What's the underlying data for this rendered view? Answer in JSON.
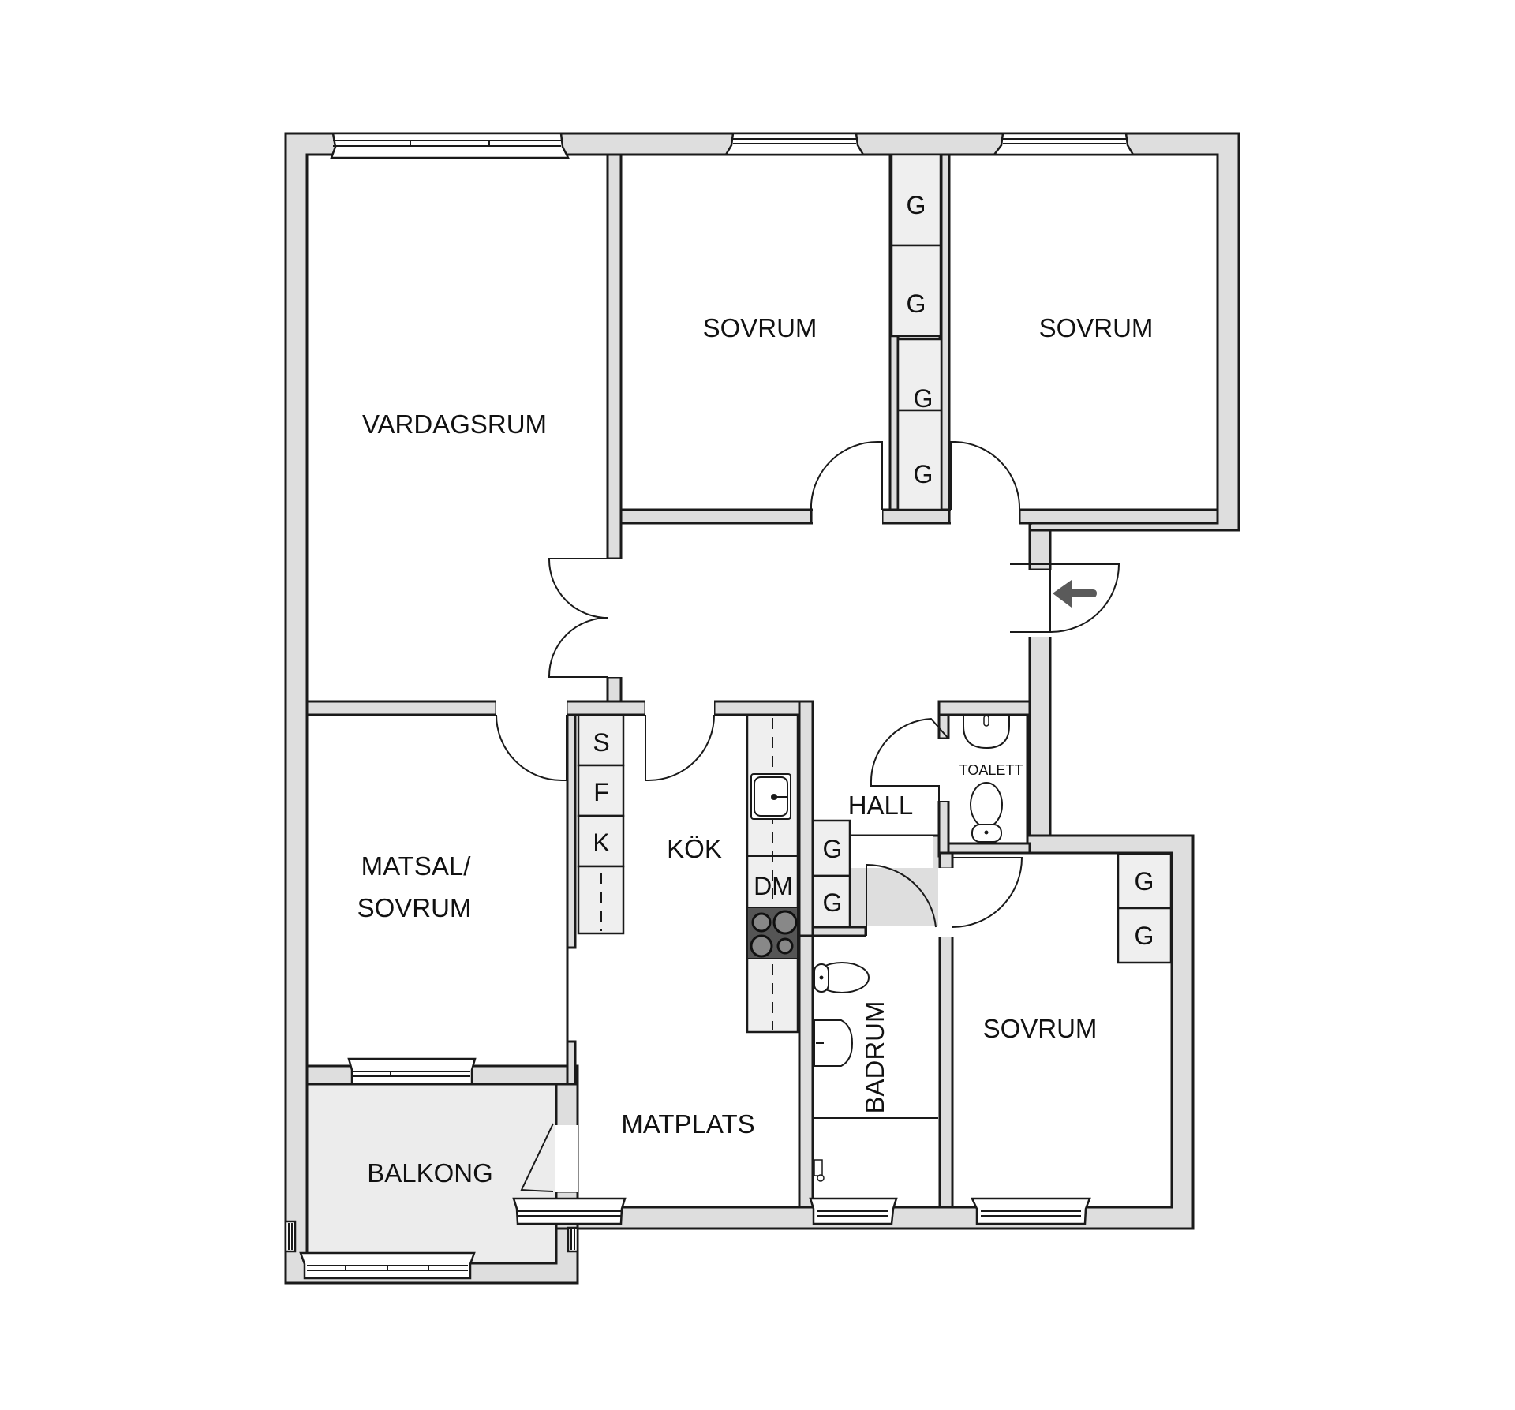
{
  "plan": {
    "rooms": {
      "living_room": "VARDAGSRUM",
      "bedroom_top_middle": "SOVRUM",
      "bedroom_top_right": "SOVRUM",
      "dining_bedroom_line1": "MATSAL/",
      "dining_bedroom_line2": "SOVRUM",
      "kitchen": "KÖK",
      "hall": "HALL",
      "toilet": "TOALETT",
      "bathroom": "BADRUM",
      "bedroom_bottom_right": "SOVRUM",
      "dining_area": "MATPLATS",
      "balcony": "BALKONG"
    },
    "cabinets": {
      "wardrobe_1": "G",
      "wardrobe_2": "G",
      "wardrobe_3": "G",
      "wardrobe_4": "G",
      "hall_wardrobe_1": "G",
      "hall_wardrobe_2": "G",
      "bedroom_wardrobe_1": "G",
      "bedroom_wardrobe_2": "G",
      "kitchen_s": "S",
      "kitchen_f": "F",
      "kitchen_k": "K",
      "dishwasher": "DM"
    },
    "icons": {
      "entrance": "entrance-arrow-icon",
      "stove": "stove-icon",
      "sink": "sink-icon",
      "toilet": "toilet-icon",
      "washbasin": "washbasin-icon"
    },
    "colors": {
      "wall": "#dedede",
      "cabinet": "#efefef",
      "balcony": "#ececec",
      "stove": "#555555",
      "arrow": "#5a5a5a",
      "line": "#1a1a1a"
    }
  }
}
